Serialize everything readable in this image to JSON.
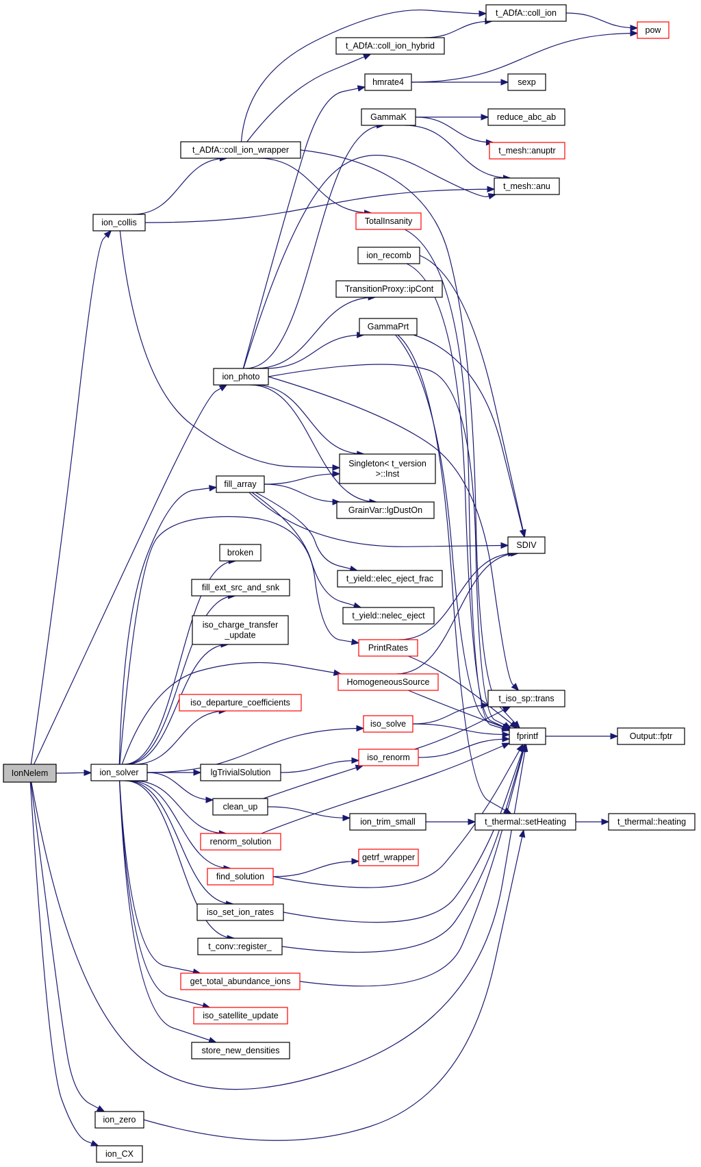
{
  "diagram": {
    "nodes": [
      {
        "id": "IonNelem",
        "label": "IonNelem",
        "style": "root"
      },
      {
        "id": "ion_collis",
        "label": "ion_collis",
        "style": "normal"
      },
      {
        "id": "coll_ion_wrapper",
        "label": "t_ADfA::coll_ion_wrapper",
        "style": "normal"
      },
      {
        "id": "coll_ion",
        "label": "t_ADfA::coll_ion",
        "style": "normal"
      },
      {
        "id": "coll_ion_hybrid",
        "label": "t_ADfA::coll_ion_hybrid",
        "style": "normal"
      },
      {
        "id": "pow",
        "label": "pow",
        "style": "red"
      },
      {
        "id": "hmrate4",
        "label": "hmrate4",
        "style": "normal"
      },
      {
        "id": "sexp",
        "label": "sexp",
        "style": "normal"
      },
      {
        "id": "GammaK",
        "label": "GammaK",
        "style": "normal"
      },
      {
        "id": "reduce_abc_ab",
        "label": "reduce_abc_ab",
        "style": "normal"
      },
      {
        "id": "anuptr",
        "label": "t_mesh::anuptr",
        "style": "red"
      },
      {
        "id": "anu",
        "label": "t_mesh::anu",
        "style": "normal"
      },
      {
        "id": "TotalInsanity",
        "label": "TotalInsanity",
        "style": "red"
      },
      {
        "id": "ion_recomb",
        "label": "ion_recomb",
        "style": "normal"
      },
      {
        "id": "ipCont",
        "label": "TransitionProxy::ipCont",
        "style": "normal"
      },
      {
        "id": "GammaPrt",
        "label": "GammaPrt",
        "style": "normal"
      },
      {
        "id": "ion_photo",
        "label": "ion_photo",
        "style": "normal"
      },
      {
        "id": "Singleton",
        "label": "Singleton< t_version\n>::Inst",
        "style": "normal"
      },
      {
        "id": "fill_array",
        "label": "fill_array",
        "style": "normal"
      },
      {
        "id": "lgDustOn",
        "label": "GrainVar::lgDustOn",
        "style": "normal"
      },
      {
        "id": "SDIV",
        "label": "SDIV",
        "style": "normal"
      },
      {
        "id": "broken",
        "label": "broken",
        "style": "normal"
      },
      {
        "id": "elec_eject_frac",
        "label": "t_yield::elec_eject_frac",
        "style": "normal"
      },
      {
        "id": "fill_ext_src_and_snk",
        "label": "fill_ext_src_and_snk",
        "style": "normal"
      },
      {
        "id": "nelec_eject",
        "label": "t_yield::nelec_eject",
        "style": "normal"
      },
      {
        "id": "iso_charge_transfer_update",
        "label": "iso_charge_transfer\n_update",
        "style": "normal"
      },
      {
        "id": "PrintRates",
        "label": "PrintRates",
        "style": "red"
      },
      {
        "id": "HomogeneousSource",
        "label": "HomogeneousSource",
        "style": "red"
      },
      {
        "id": "iso_departure_coefficients",
        "label": "iso_departure_coefficients",
        "style": "red"
      },
      {
        "id": "trans",
        "label": "t_iso_sp::trans",
        "style": "normal"
      },
      {
        "id": "iso_solve",
        "label": "iso_solve",
        "style": "red"
      },
      {
        "id": "fprintf",
        "label": "fprintf",
        "style": "normal"
      },
      {
        "id": "Output_fptr",
        "label": "Output::fptr",
        "style": "normal"
      },
      {
        "id": "iso_renorm",
        "label": "iso_renorm",
        "style": "red"
      },
      {
        "id": "ion_solver",
        "label": "ion_solver",
        "style": "normal"
      },
      {
        "id": "lgTrivialSolution",
        "label": "lgTrivialSolution",
        "style": "normal"
      },
      {
        "id": "clean_up",
        "label": "clean_up",
        "style": "normal"
      },
      {
        "id": "ion_trim_small",
        "label": "ion_trim_small",
        "style": "normal"
      },
      {
        "id": "setHeating",
        "label": "t_thermal::setHeating",
        "style": "normal"
      },
      {
        "id": "heating",
        "label": "t_thermal::heating",
        "style": "normal"
      },
      {
        "id": "renorm_solution",
        "label": "renorm_solution",
        "style": "red"
      },
      {
        "id": "getrf_wrapper",
        "label": "getrf_wrapper",
        "style": "red"
      },
      {
        "id": "find_solution",
        "label": "find_solution",
        "style": "red"
      },
      {
        "id": "iso_set_ion_rates",
        "label": "iso_set_ion_rates",
        "style": "normal"
      },
      {
        "id": "register_",
        "label": "t_conv::register_",
        "style": "normal"
      },
      {
        "id": "get_total_abundance_ions",
        "label": "get_total_abundance_ions",
        "style": "red"
      },
      {
        "id": "iso_satellite_update",
        "label": "iso_satellite_update",
        "style": "red"
      },
      {
        "id": "store_new_densities",
        "label": "store_new_densities",
        "style": "normal"
      },
      {
        "id": "ion_zero",
        "label": "ion_zero",
        "style": "normal"
      },
      {
        "id": "ion_CX",
        "label": "ion_CX",
        "style": "normal"
      }
    ],
    "edges": [
      [
        "IonNelem",
        "ion_collis"
      ],
      [
        "IonNelem",
        "ion_photo"
      ],
      [
        "IonNelem",
        "ion_solver"
      ],
      [
        "IonNelem",
        "fprintf"
      ],
      [
        "IonNelem",
        "ion_zero"
      ],
      [
        "IonNelem",
        "ion_CX"
      ],
      [
        "ion_collis",
        "coll_ion_wrapper"
      ],
      [
        "ion_collis",
        "anu"
      ],
      [
        "ion_collis",
        "Singleton"
      ],
      [
        "coll_ion_wrapper",
        "coll_ion"
      ],
      [
        "coll_ion_wrapper",
        "coll_ion_hybrid"
      ],
      [
        "coll_ion_wrapper",
        "TotalInsanity"
      ],
      [
        "coll_ion_wrapper",
        "fprintf"
      ],
      [
        "coll_ion_hybrid",
        "coll_ion"
      ],
      [
        "coll_ion",
        "pow"
      ],
      [
        "hmrate4",
        "pow"
      ],
      [
        "hmrate4",
        "sexp"
      ],
      [
        "GammaK",
        "reduce_abc_ab"
      ],
      [
        "GammaK",
        "anuptr"
      ],
      [
        "GammaK",
        "anu"
      ],
      [
        "TotalInsanity",
        "fprintf"
      ],
      [
        "ion_recomb",
        "SDIV"
      ],
      [
        "ion_recomb",
        "fprintf"
      ],
      [
        "GammaPrt",
        "SDIV"
      ],
      [
        "GammaPrt",
        "fprintf"
      ],
      [
        "GammaPrt",
        "setHeating"
      ],
      [
        "ion_photo",
        "hmrate4"
      ],
      [
        "ion_photo",
        "GammaK"
      ],
      [
        "ion_photo",
        "ipCont"
      ],
      [
        "ion_photo",
        "GammaPrt"
      ],
      [
        "ion_photo",
        "fprintf"
      ],
      [
        "ion_photo",
        "Singleton"
      ],
      [
        "ion_photo",
        "lgDustOn"
      ],
      [
        "ion_photo",
        "trans"
      ],
      [
        "ion_photo",
        "anu"
      ],
      [
        "fill_array",
        "Singleton"
      ],
      [
        "fill_array",
        "lgDustOn"
      ],
      [
        "fill_array",
        "SDIV"
      ],
      [
        "fill_array",
        "elec_eject_frac"
      ],
      [
        "fill_array",
        "nelec_eject"
      ],
      [
        "PrintRates",
        "SDIV"
      ],
      [
        "PrintRates",
        "fprintf"
      ],
      [
        "HomogeneousSource",
        "SDIV"
      ],
      [
        "HomogeneousSource",
        "fprintf"
      ],
      [
        "iso_solve",
        "trans"
      ],
      [
        "iso_solve",
        "fprintf"
      ],
      [
        "iso_renorm",
        "trans"
      ],
      [
        "iso_renorm",
        "fprintf"
      ],
      [
        "fprintf",
        "Output_fptr"
      ],
      [
        "ion_solver",
        "fill_array"
      ],
      [
        "ion_solver",
        "broken"
      ],
      [
        "ion_solver",
        "fill_ext_src_and_snk"
      ],
      [
        "ion_solver",
        "iso_charge_transfer_update"
      ],
      [
        "ion_solver",
        "PrintRates"
      ],
      [
        "ion_solver",
        "HomogeneousSource"
      ],
      [
        "ion_solver",
        "iso_departure_coefficients"
      ],
      [
        "ion_solver",
        "iso_solve"
      ],
      [
        "ion_solver",
        "lgTrivialSolution"
      ],
      [
        "ion_solver",
        "clean_up"
      ],
      [
        "ion_solver",
        "renorm_solution"
      ],
      [
        "ion_solver",
        "find_solution"
      ],
      [
        "ion_solver",
        "iso_set_ion_rates"
      ],
      [
        "ion_solver",
        "register_"
      ],
      [
        "ion_solver",
        "get_total_abundance_ions"
      ],
      [
        "ion_solver",
        "iso_satellite_update"
      ],
      [
        "ion_solver",
        "store_new_densities"
      ],
      [
        "lgTrivialSolution",
        "iso_renorm"
      ],
      [
        "clean_up",
        "iso_renorm"
      ],
      [
        "clean_up",
        "ion_trim_small"
      ],
      [
        "ion_trim_small",
        "setHeating"
      ],
      [
        "setHeating",
        "heating"
      ],
      [
        "renorm_solution",
        "fprintf"
      ],
      [
        "find_solution",
        "getrf_wrapper"
      ],
      [
        "find_solution",
        "fprintf"
      ],
      [
        "iso_set_ion_rates",
        "fprintf"
      ],
      [
        "register_",
        "fprintf"
      ],
      [
        "get_total_abundance_ions",
        "fprintf"
      ],
      [
        "ion_zero",
        "setHeating"
      ]
    ]
  }
}
